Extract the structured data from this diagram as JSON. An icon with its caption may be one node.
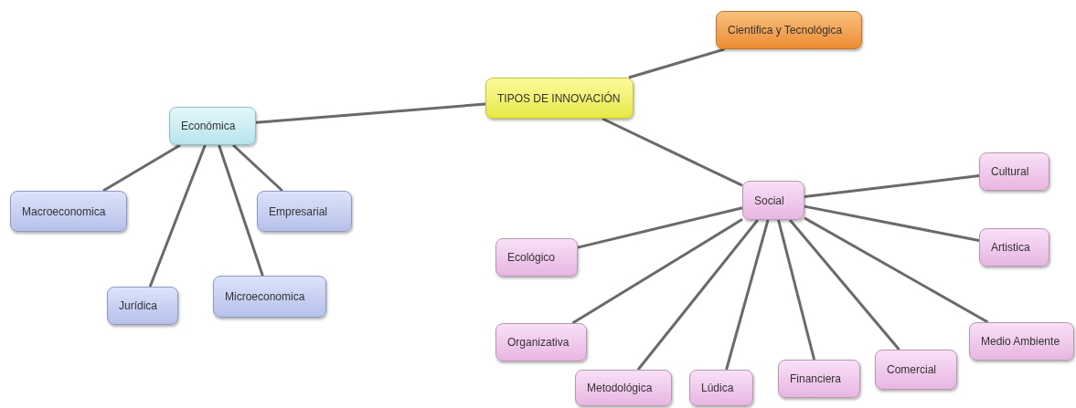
{
  "diagram": {
    "nodes": [
      {
        "text": [
          "TIPOS DE INNOVACIÓN"
        ]
      },
      {
        "text": [
          "Cientifica y Tecnológica"
        ]
      },
      {
        "text": [
          "Económica"
        ]
      },
      {
        "text": [
          "Macroeconomica"
        ]
      },
      {
        "text": [
          "Empresarial"
        ]
      },
      {
        "text": [
          "Jurídica"
        ]
      },
      {
        "text": [
          "Microeconomica"
        ]
      },
      {
        "text": [
          "Social"
        ]
      },
      {
        "text": [
          "Cultural"
        ]
      },
      {
        "text": [
          "Artistica"
        ]
      },
      {
        "text": [
          "Ecológico"
        ]
      },
      {
        "text": [
          "Organizativa"
        ]
      },
      {
        "text": [
          "Metodológica"
        ]
      },
      {
        "text": [
          "Lúdica"
        ]
      },
      {
        "text": [
          "Financiera"
        ]
      },
      {
        "text": [
          "Comercial"
        ]
      },
      {
        "text": [
          "Medio Ambiente"
        ]
      }
    ],
    "edges": [
      {
        "from": 0,
        "to": 1,
        "arrow": "none"
      },
      {
        "from": 0,
        "to": 2,
        "arrow": "none"
      },
      {
        "from": 0,
        "to": 7,
        "arrow": "none"
      },
      {
        "from": 2,
        "to": 3,
        "arrow": "none"
      },
      {
        "from": 2,
        "to": 5,
        "arrow": "none"
      },
      {
        "from": 2,
        "to": 6,
        "arrow": "none"
      },
      {
        "from": 2,
        "to": 4,
        "arrow": "none"
      },
      {
        "from": 7,
        "to": 8,
        "arrow": "none"
      },
      {
        "from": 7,
        "to": 9,
        "arrow": "none"
      },
      {
        "from": 7,
        "to": 10,
        "arrow": "none"
      },
      {
        "from": 7,
        "to": 11,
        "arrow": "none"
      },
      {
        "from": 7,
        "to": 12,
        "arrow": "none"
      },
      {
        "from": 7,
        "to": 13,
        "arrow": "none"
      },
      {
        "from": 7,
        "to": 14,
        "arrow": "none"
      },
      {
        "from": 7,
        "to": 15,
        "arrow": "none"
      },
      {
        "from": 7,
        "to": 16,
        "arrow": "none"
      }
    ]
  }
}
